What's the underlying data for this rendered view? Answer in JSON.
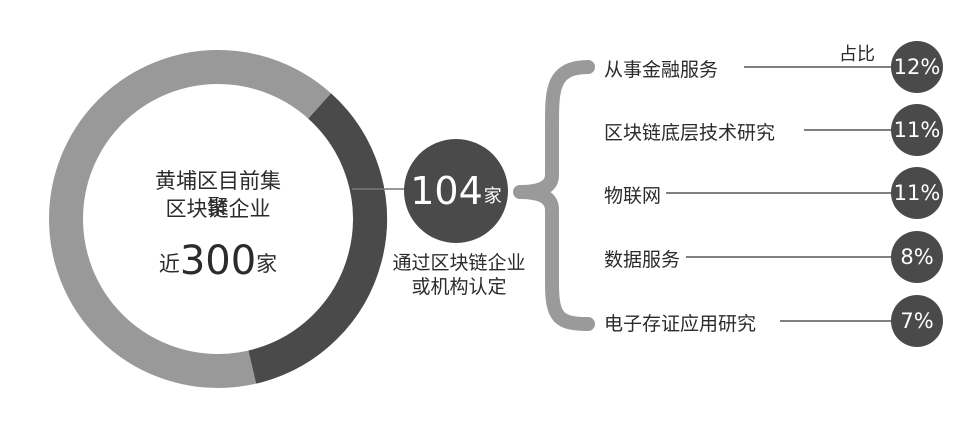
{
  "ring": {
    "line1": "黄埔区目前集聚",
    "line2": "区块链企业",
    "approx_prefix": "近",
    "approx_value": "300",
    "approx_unit": "家",
    "certified_share": 0.347
  },
  "center": {
    "value": "104",
    "unit": "家",
    "caption_line1": "通过区块链企业",
    "caption_line2": "或机构认定"
  },
  "share_header": "占比",
  "categories": [
    {
      "label": "从事金融服务",
      "pct": "12%"
    },
    {
      "label": "区块链底层技术研究",
      "pct": "11%"
    },
    {
      "label": "物联网",
      "pct": "11%"
    },
    {
      "label": "数据服务",
      "pct": "8%"
    },
    {
      "label": "电子存证应用研究",
      "pct": "7%"
    }
  ],
  "colors": {
    "ring_light": "#999999",
    "ring_dark": "#4a4a4a",
    "brace": "#9a9a9a",
    "circle": "#4a4a4a",
    "text": "#2b2b2b"
  }
}
